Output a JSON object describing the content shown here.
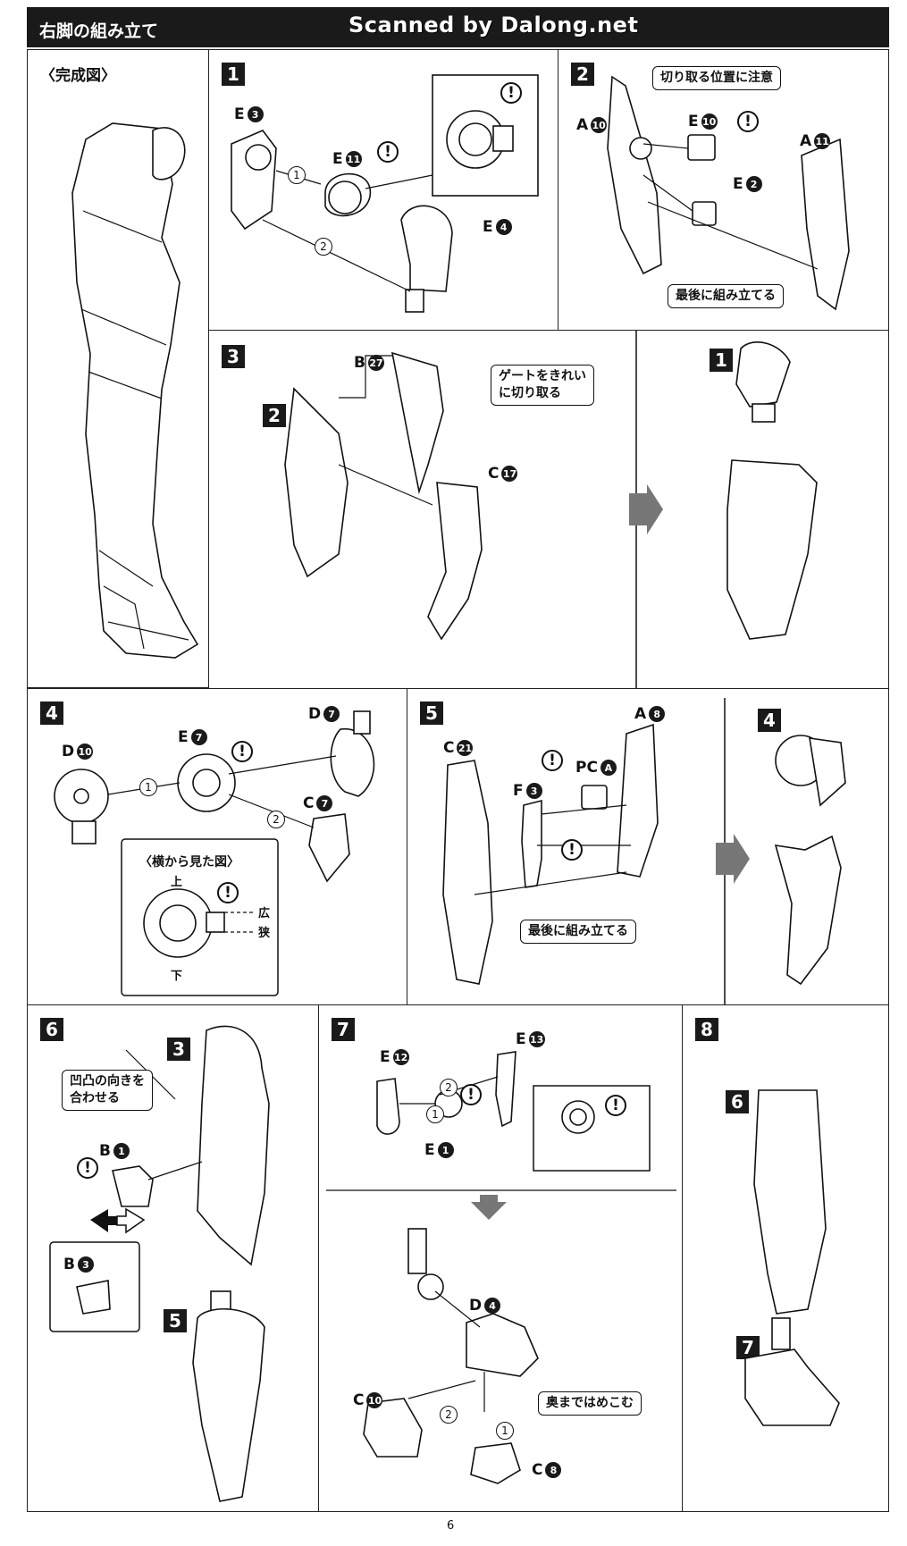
{
  "header": {
    "title": "右脚の組み立て",
    "scan_credit": "Scanned by Dalong.net"
  },
  "overview": {
    "label": "〈完成図〉"
  },
  "steps": {
    "s1": {
      "num": "1",
      "p_e3": "E",
      "n_e3": "3",
      "p_e11": "E",
      "n_e11": "11",
      "p_e4": "E",
      "n_e4": "4"
    },
    "s2": {
      "num": "2",
      "p_a10": "A",
      "n_a10": "10",
      "p_e10": "E",
      "n_e10": "10",
      "p_e2": "E",
      "n_e2": "2",
      "p_a11": "A",
      "n_a11": "11",
      "note_pos": "切り取る位置に注意",
      "note_last": "最後に組み立てる"
    },
    "s3": {
      "num": "3",
      "sub2": "2",
      "p_b27": "B",
      "n_b27": "27",
      "p_c17": "C",
      "n_c17": "17",
      "note_gate": "ゲートをきれい\nに切り取る",
      "sub1": "1"
    },
    "s4": {
      "num": "4",
      "p_d10": "D",
      "n_d10": "10",
      "p_e7": "E",
      "n_e7": "7",
      "p_d7": "D",
      "n_d7": "7",
      "p_c7": "C",
      "n_c7": "7",
      "side_title": "〈横から見た図〉",
      "top": "上",
      "bottom": "下",
      "wide": "広",
      "narrow": "狭"
    },
    "s5": {
      "num": "5",
      "p_c21": "C",
      "n_c21": "21",
      "p_f3": "F",
      "n_f3": "3",
      "p_pca": "PC",
      "n_pca": "A",
      "p_a8": "A",
      "n_a8": "8",
      "note_last": "最後に組み立てる",
      "sub4": "4"
    },
    "s6": {
      "num": "6",
      "sub3": "3",
      "sub5": "5",
      "note_align": "凹凸の向きを\n合わせる",
      "p_b1": "B",
      "n_b1": "1",
      "p_b3": "B",
      "n_b3": "3"
    },
    "s7": {
      "num": "7",
      "p_e12": "E",
      "n_e12": "12",
      "p_e13": "E",
      "n_e13": "13",
      "p_e1": "E",
      "n_e1": "1",
      "p_d4": "D",
      "n_d4": "4",
      "p_c10": "C",
      "n_c10": "10",
      "p_c8": "C",
      "n_c8": "8",
      "note_push": "奥まではめこむ"
    },
    "s8": {
      "num": "8",
      "sub6": "6",
      "sub7": "7"
    }
  },
  "markers": {
    "warn": "!",
    "step1": "1",
    "step2": "2"
  },
  "page_number": "6"
}
